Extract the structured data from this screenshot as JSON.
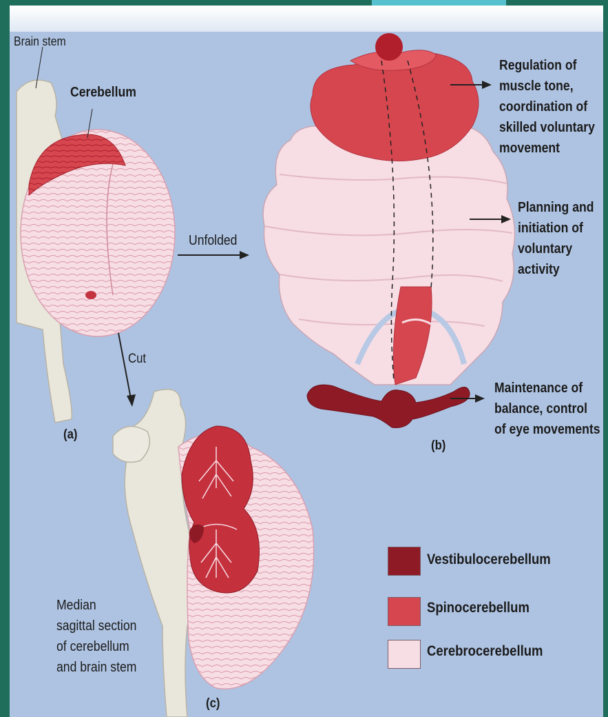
{
  "labels": {
    "brain_stem": "Brain stem",
    "cerebellum": "Cerebellum",
    "unfolded": "Unfolded",
    "cut": "Cut",
    "panel_a": "(a)",
    "panel_b": "(b)",
    "panel_c": "(c)",
    "regulation": [
      "Regulation of",
      "muscle tone,",
      "coordination of",
      "skilled voluntary",
      "movement"
    ],
    "planning": [
      "Planning and",
      "initiation of",
      "voluntary",
      "activity"
    ],
    "maintenance": [
      "Maintenance of",
      "balance, control",
      "of eye movements"
    ],
    "median": [
      "Median",
      "sagittal section",
      "of cerebellum",
      "and brain stem"
    ]
  },
  "legend": [
    {
      "label": "Vestibulocerebellum",
      "color": "#8e1a25"
    },
    {
      "label": "Spinocerebellum",
      "color": "#d6464f"
    },
    {
      "label": "Cerebrocerebellum",
      "color": "#f7dde4"
    }
  ],
  "colors": {
    "background": "#aec3e2",
    "vestibulo": "#8e1a25",
    "spino": "#d6464f",
    "cerebro": "#f7dde4",
    "brainstem": "#e9e6dc"
  }
}
